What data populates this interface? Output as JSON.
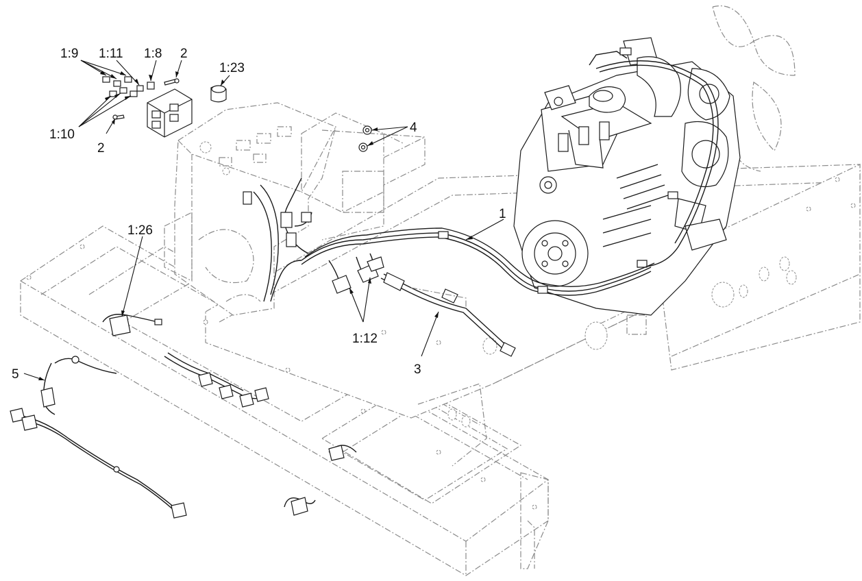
{
  "callouts": {
    "c_1_9": "1:9",
    "c_1_11": "1:11",
    "c_1_8": "1:8",
    "c_2_top": "2",
    "c_1_23": "1:23",
    "c_1_10": "1:10",
    "c_2_bottom": "2",
    "c_4": "4",
    "c_1": "1",
    "c_1_26": "1:26",
    "c_1_12": "1:12",
    "c_3": "3",
    "c_5": "5"
  },
  "colors": {
    "line": "#1a1a1a",
    "phantom": "#8a8a8a",
    "background": "#ffffff"
  }
}
